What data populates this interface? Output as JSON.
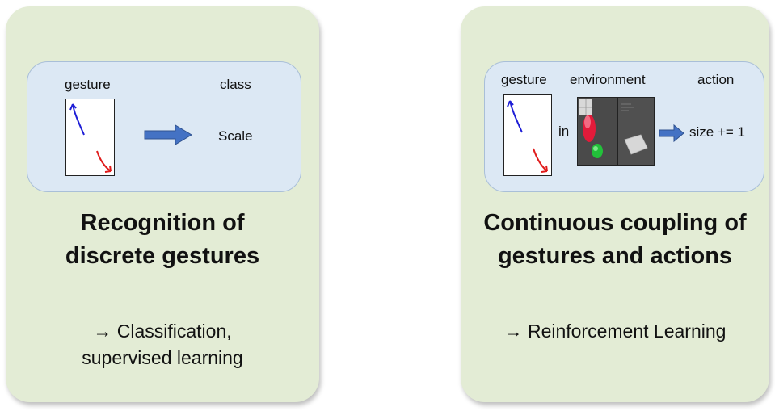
{
  "left": {
    "gesture_label": "gesture",
    "class_label": "class",
    "class_value": "Scale",
    "title_line1": "Recognition of",
    "title_line2": "discrete gestures",
    "note_line1": "→ Classification,",
    "note_line2": "supervised learning"
  },
  "right": {
    "gesture_label": "gesture",
    "environment_label": "environment",
    "action_label": "action",
    "in_label": "in",
    "action_value": "size += 1",
    "title_line1": "Continuous coupling of",
    "title_line2": "gestures and actions",
    "note_line1": "→ Reinforcement Learning"
  },
  "colors": {
    "panel": "#e3ecd5",
    "inner": "#dce8f4",
    "arrow": "#4472c4",
    "stroke_blue": "#1f1fd6",
    "stroke_red": "#e01b1b"
  }
}
